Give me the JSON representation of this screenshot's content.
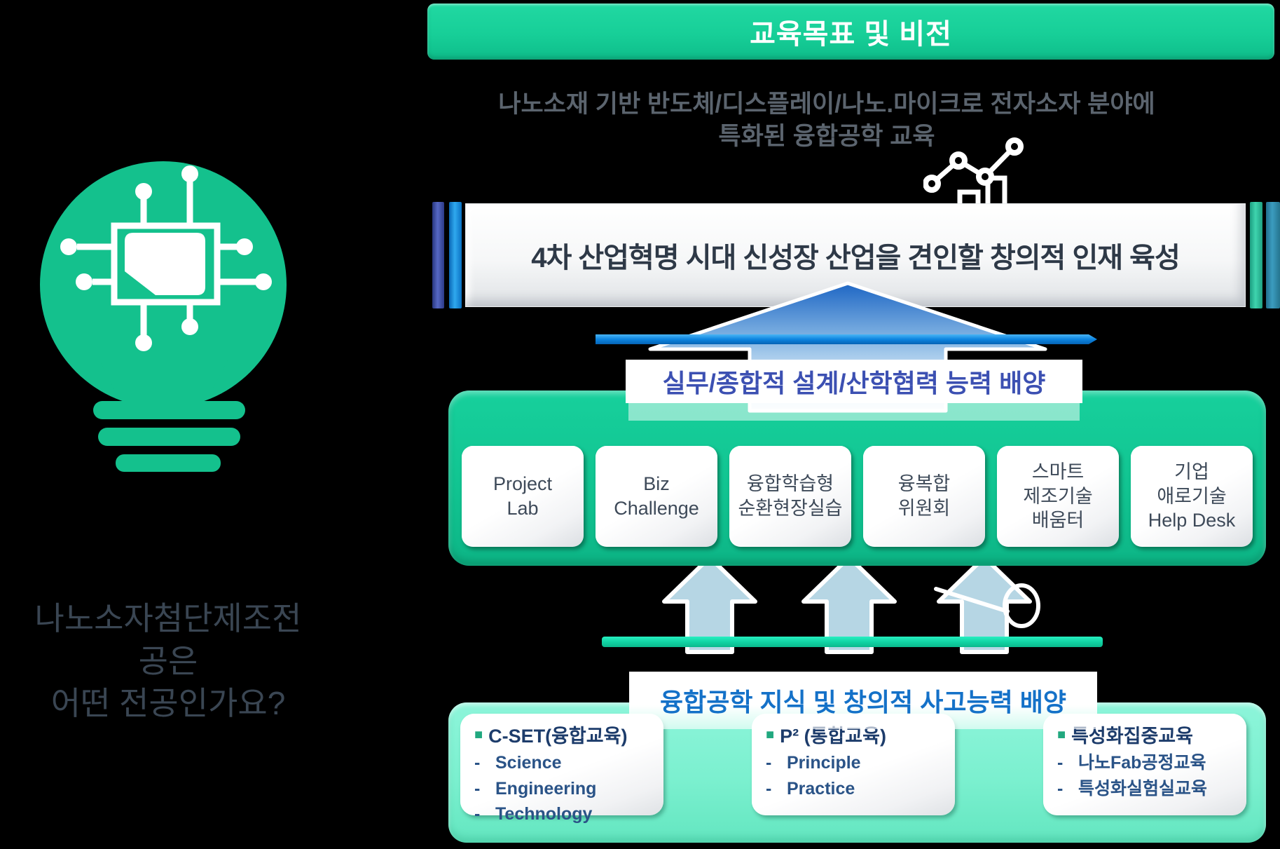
{
  "colors": {
    "background": "#000000",
    "brand_green": "#12c791",
    "mint_green": "#7bf0cf",
    "header_green": "#17cf98",
    "accent_blue_line": "#0c84e0",
    "teal_line": "#10d2a2",
    "upper_label_text": "#3c50b2",
    "lower_label_text": "#1471c8",
    "banner_text": "#2e3947",
    "navy_text": "#1d3c6b"
  },
  "left_panel": {
    "caption_lines": [
      "나노소자첨단제조전",
      "공은",
      "어떤 전공인가요?"
    ]
  },
  "header": {
    "title": "교육목표 및 비전"
  },
  "intro": {
    "line1": "나노소재 기반 반도체/디스플레이/나노.마이크로 전자소자 분야에",
    "line2": "특화된 융합공학 교육"
  },
  "vision": {
    "text": "4차 산업혁명 시대 신성장 산업을 견인할 창의적 인재 육성"
  },
  "upper_band": {
    "label": "실무/종합적 설계/산학협력 능력 배양"
  },
  "programs": [
    {
      "lines": [
        "Project",
        "Lab"
      ]
    },
    {
      "lines": [
        "Biz",
        "Challenge"
      ]
    },
    {
      "lines": [
        "융합학습형",
        "순환현장실습"
      ]
    },
    {
      "lines": [
        "융복합",
        "위원회"
      ]
    },
    {
      "lines": [
        "스마트",
        "제조기술",
        "배움터"
      ]
    },
    {
      "lines": [
        "기업",
        "애로기술",
        "Help Desk"
      ]
    }
  ],
  "lower_band": {
    "label": "융합공학 지식 및 창의적 사고능력 배양"
  },
  "bullets": {
    "square": "■",
    "dash": "-"
  },
  "foundations": [
    {
      "title": "C-SET(융합교육)",
      "items": [
        "Science",
        "Engineering",
        "Technology"
      ]
    },
    {
      "title": "P² (통합교육)",
      "items": [
        "Principle",
        "Practice"
      ]
    },
    {
      "title": "특성화집중교육",
      "items": [
        "나노Fab공정교육",
        "특성화실험실교육"
      ]
    }
  ]
}
